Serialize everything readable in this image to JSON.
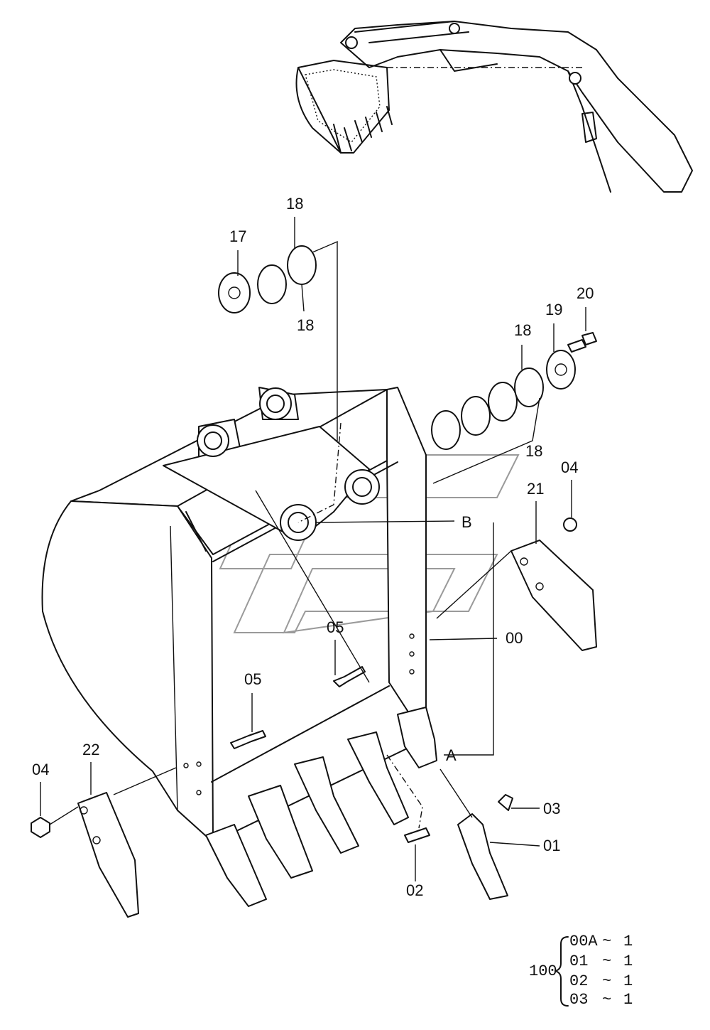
{
  "callouts": [
    {
      "id": "lbl-17a",
      "text": "17"
    },
    {
      "id": "lbl-18a",
      "text": "18"
    },
    {
      "id": "lbl-18b",
      "text": "18"
    },
    {
      "id": "lbl-20",
      "text": "20"
    },
    {
      "id": "lbl-19",
      "text": "19"
    },
    {
      "id": "lbl-18c",
      "text": "18"
    },
    {
      "id": "lbl-18d",
      "text": "18"
    },
    {
      "id": "lbl-04a",
      "text": "04"
    },
    {
      "id": "lbl-21",
      "text": "21"
    },
    {
      "id": "lbl-B",
      "text": "B"
    },
    {
      "id": "lbl-05a",
      "text": "05"
    },
    {
      "id": "lbl-00",
      "text": "00"
    },
    {
      "id": "lbl-05b",
      "text": "05"
    },
    {
      "id": "lbl-A",
      "text": "A"
    },
    {
      "id": "lbl-22",
      "text": "22"
    },
    {
      "id": "lbl-04b",
      "text": "04"
    },
    {
      "id": "lbl-03",
      "text": "03"
    },
    {
      "id": "lbl-01",
      "text": "01"
    },
    {
      "id": "lbl-02",
      "text": "02"
    }
  ],
  "kit": {
    "number": "100",
    "items": [
      {
        "part": "00A",
        "sep": "~",
        "qty": "1"
      },
      {
        "part": "01",
        "sep": "~",
        "qty": "1"
      },
      {
        "part": "02",
        "sep": "~",
        "qty": "1"
      },
      {
        "part": "03",
        "sep": "~",
        "qty": "1"
      }
    ]
  },
  "colors": {
    "line": "#111111",
    "watermark": "#9a9a9a",
    "background": "#ffffff"
  }
}
